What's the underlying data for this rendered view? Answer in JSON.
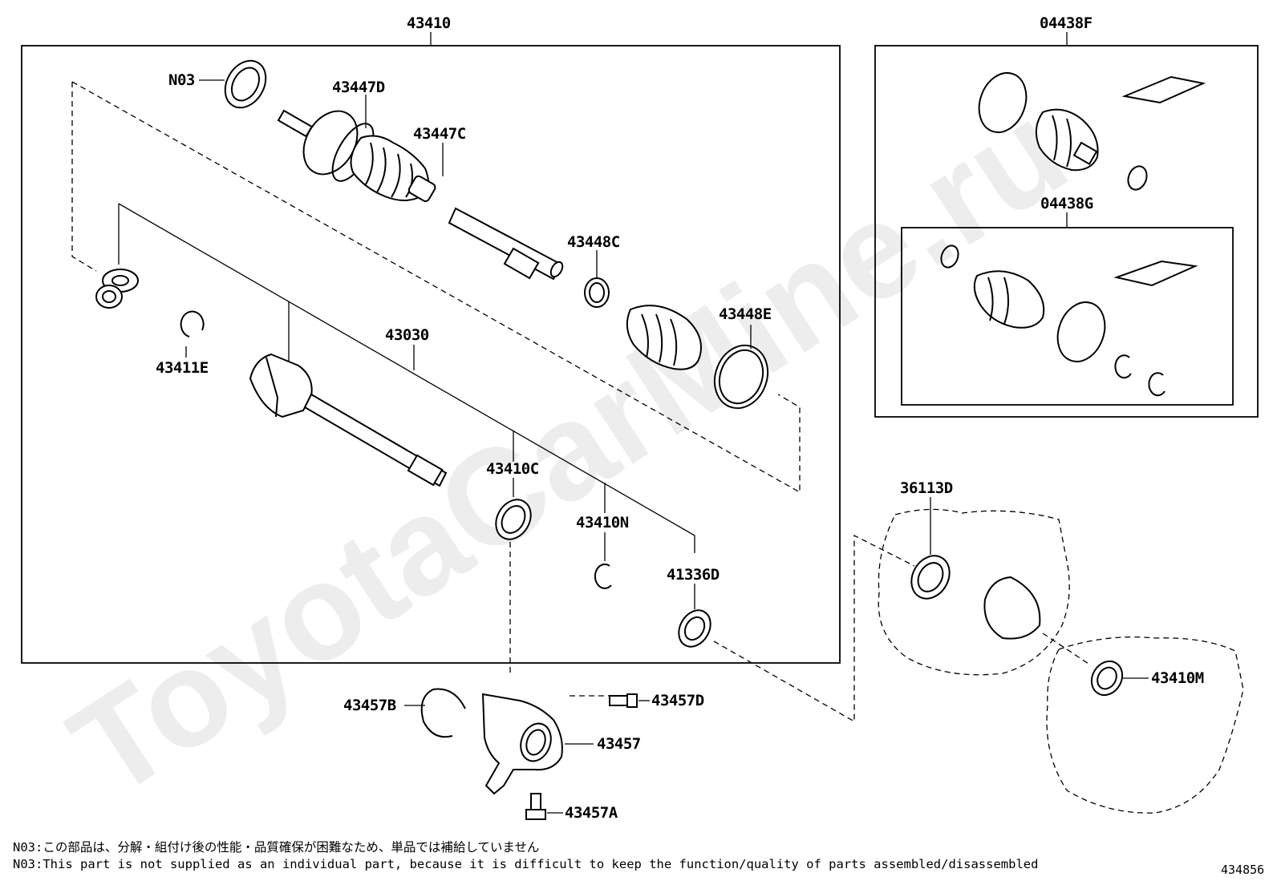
{
  "watermark": "ToyotaCarMine.ru",
  "figure_id": "434856",
  "groups": {
    "main_assembly": "43410",
    "boot_kit_outer": "04438F",
    "boot_kit_inner": "04438G"
  },
  "parts": {
    "n03": "N03",
    "p43447D": "43447D",
    "p43447C": "43447C",
    "p43448C": "43448C",
    "p43448E": "43448E",
    "p43411E": "43411E",
    "p43030": "43030",
    "p43410C": "43410C",
    "p43410N": "43410N",
    "p41336D": "41336D",
    "p36113D": "36113D",
    "p43410M": "43410M",
    "p43457B": "43457B",
    "p43457D": "43457D",
    "p43457": "43457",
    "p43457A": "43457A"
  },
  "notes": {
    "jp": "N03:この部品は、分解・組付け後の性能・品質確保が困難なため、単品では補給していません",
    "en": "N03:This part is not supplied as an individual part, because it is difficult to keep the function/quality of parts assembled/disassembled"
  }
}
